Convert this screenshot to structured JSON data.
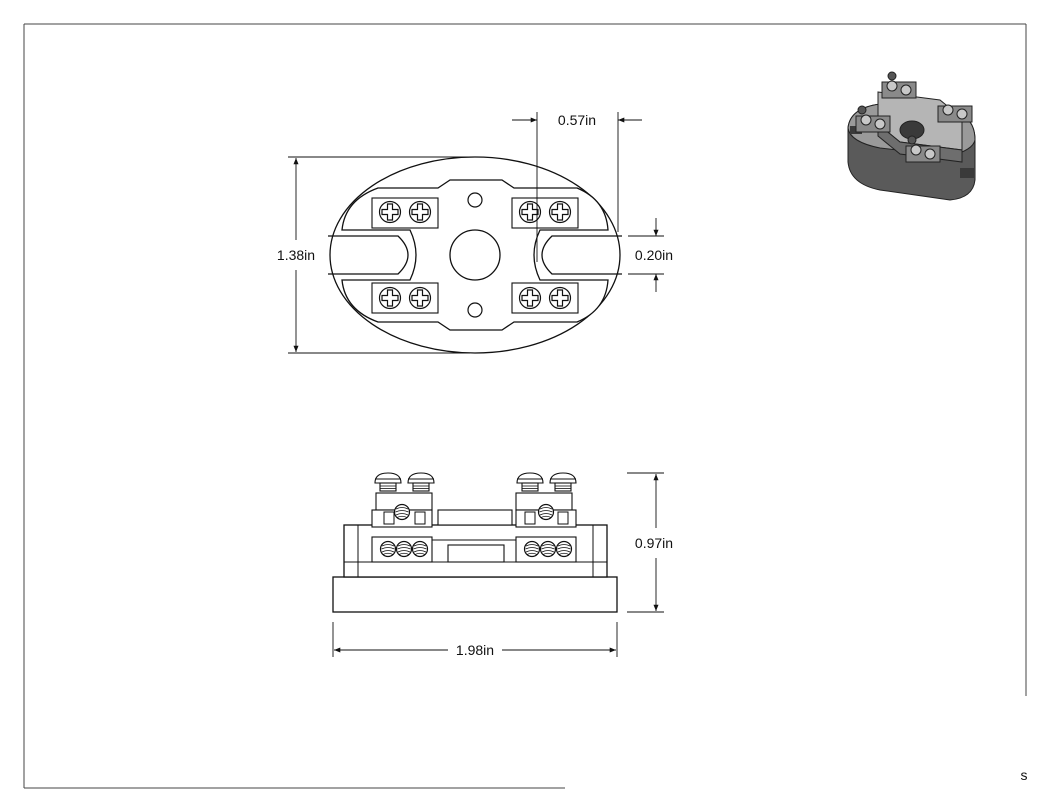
{
  "dimensions": {
    "top_width": "0.57in",
    "height_top": "1.38in",
    "slot": "0.20in",
    "side_height": "0.97in",
    "side_width": "1.98in"
  },
  "corner_fragment": "s",
  "colors": {
    "line": "#111111",
    "iso_dark": "#5a5a5a",
    "iso_mid": "#8a8a8a",
    "iso_light": "#b5b5b5"
  }
}
